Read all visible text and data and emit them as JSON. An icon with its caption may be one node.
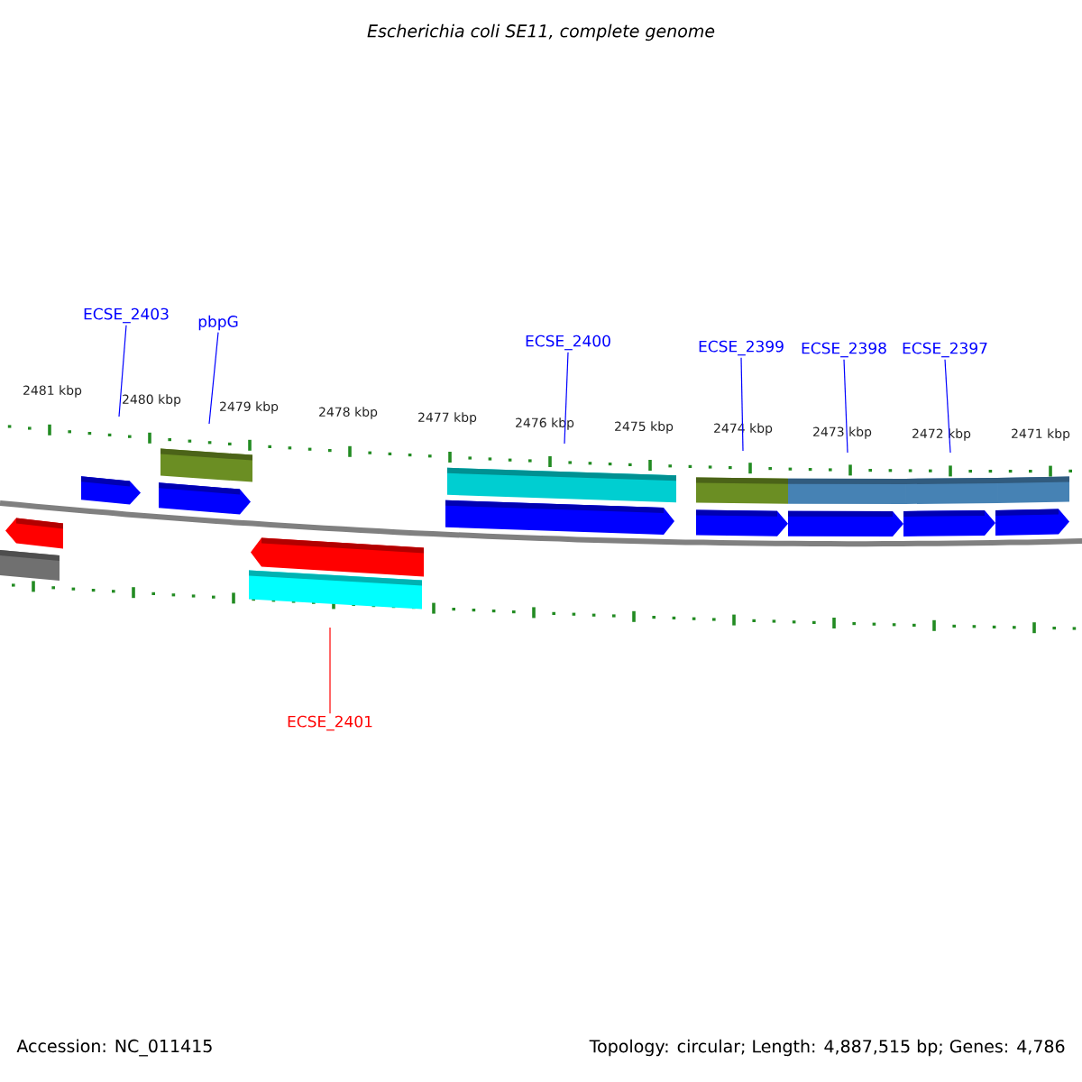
{
  "diagram": {
    "title": "Escherichia coli SE11, complete genome",
    "nodes": [
      {
        "text": [
          "ECSE_2403"
        ]
      },
      {
        "text": [
          "pbpG"
        ]
      },
      {
        "text": [
          "ECSE_2400"
        ]
      },
      {
        "text": [
          "ECSE_2399"
        ]
      },
      {
        "text": [
          "ECSE_2398"
        ]
      },
      {
        "text": [
          "ECSE_2397"
        ]
      },
      {
        "text": [
          "ECSE_2401"
        ]
      },
      {
        "text": [],
        "shape": "ruler"
      },
      {
        "text": [],
        "shape": "ruler"
      }
    ],
    "edges": [
      {
        "from": 0,
        "to": 7,
        "arrow": "none"
      },
      {
        "from": 1,
        "to": 7,
        "arrow": "none"
      },
      {
        "from": 2,
        "to": 7,
        "arrow": "none"
      },
      {
        "from": 3,
        "to": 7,
        "arrow": "none"
      },
      {
        "from": 4,
        "to": 7,
        "arrow": "none"
      },
      {
        "from": 5,
        "to": 7,
        "arrow": "none"
      },
      {
        "from": 6,
        "to": 8,
        "arrow": "none",
        "color": "#ff0000"
      }
    ],
    "labels": [
      "2481 kbp",
      "2480 kbp",
      "2479 kbp",
      "2478 kbp",
      "2477 kbp",
      "2476 kbp",
      "2475 kbp",
      "2474 kbp",
      "2473 kbp",
      "2472 kbp",
      "2471 kbp",
      "Accession: NC_011415",
      "Topology: circular; Length: 4,887,515 bp; Genes: 4,786"
    ]
  }
}
